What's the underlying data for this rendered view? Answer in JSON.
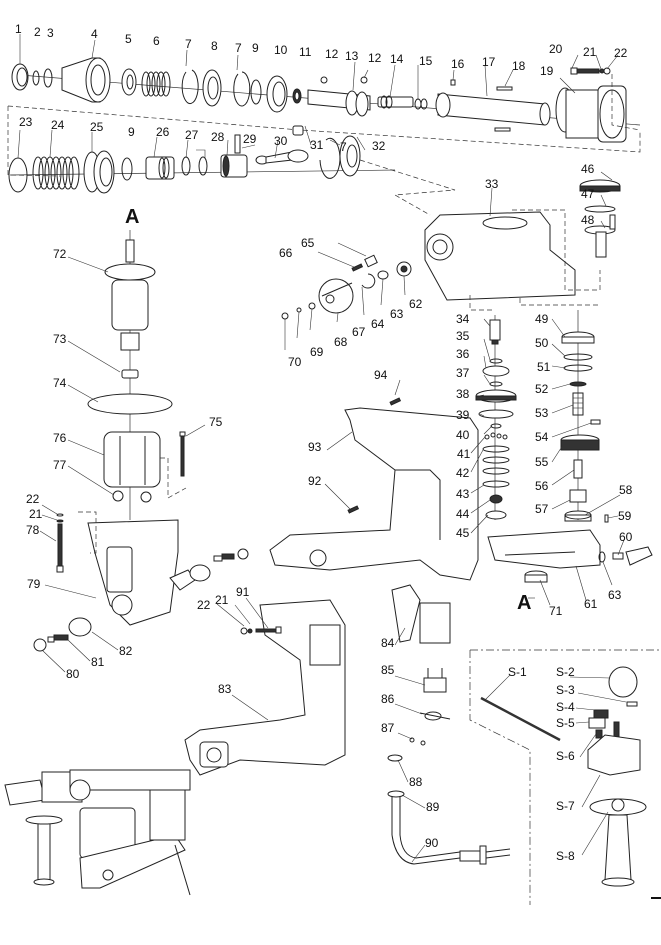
{
  "title": "Rotary hammer exploded parts diagram",
  "section_markers": {
    "A_top": "A",
    "A_bottom": "A"
  },
  "part_labels": {
    "p1": "1",
    "p2": "2",
    "p3": "3",
    "p4": "4",
    "p5": "5",
    "p6": "6",
    "p7a": "7",
    "p8": "8",
    "p7b": "7",
    "p9a": "9",
    "p10": "10",
    "p11": "11",
    "p12a": "12",
    "p13": "13",
    "p12b": "12",
    "p14": "14",
    "p15": "15",
    "p16": "16",
    "p17": "17",
    "p18": "18",
    "p19": "19",
    "p20": "20",
    "p21a": "21",
    "p22a": "22",
    "p23": "23",
    "p24": "24",
    "p25": "25",
    "p9b": "9",
    "p26": "26",
    "p27": "27",
    "p28": "28",
    "p29": "29",
    "p30": "30",
    "p31": "31",
    "p7c": "7",
    "p32": "32",
    "p33": "33",
    "p34": "34",
    "p35": "35",
    "p36": "36",
    "p37": "37",
    "p38": "38",
    "p39": "39",
    "p40": "40",
    "p41": "41",
    "p42": "42",
    "p43": "43",
    "p44": "44",
    "p45": "45",
    "p46": "46",
    "p47": "47",
    "p48": "48",
    "p49": "49",
    "p50": "50",
    "p51": "51",
    "p52": "52",
    "p53": "53",
    "p54": "54",
    "p55": "55",
    "p56": "56",
    "p57": "57",
    "p58": "58",
    "p59": "59",
    "p60": "60",
    "p61": "61",
    "p62": "62",
    "p63a": "63",
    "p63b": "63",
    "p64": "64",
    "p65": "65",
    "p66": "66",
    "p67": "67",
    "p68": "68",
    "p69": "69",
    "p70": "70",
    "p71": "71",
    "p72": "72",
    "p73": "73",
    "p74": "74",
    "p75": "75",
    "p76": "76",
    "p77": "77",
    "p22b": "22",
    "p21b": "21",
    "p78": "78",
    "p79": "79",
    "p80": "80",
    "p81": "81",
    "p82": "82",
    "p83": "83",
    "p84": "84",
    "p85": "85",
    "p86": "86",
    "p87": "87",
    "p88": "88",
    "p89": "89",
    "p90": "90",
    "p91": "91",
    "p22c": "22",
    "p21c": "21",
    "p92": "92",
    "p93": "93",
    "p94": "94",
    "s1": "S-1",
    "s2": "S-2",
    "s3": "S-3",
    "s4": "S-4",
    "s5": "S-5",
    "s6": "S-6",
    "s7": "S-7",
    "s8": "S-8"
  },
  "colors": {
    "line": "#222222",
    "background": "#ffffff"
  }
}
